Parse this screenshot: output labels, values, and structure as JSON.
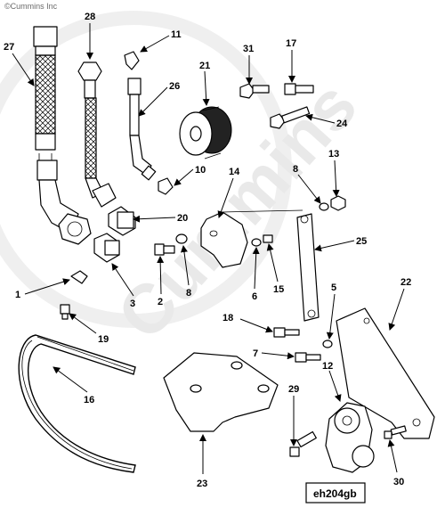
{
  "copyright": "©Cummins Inc",
  "watermark": "Cummins",
  "figure_code": "eh204gb",
  "callouts": {
    "c1": "1",
    "c2": "2",
    "c3": "3",
    "c5": "5",
    "c6": "6",
    "c7": "7",
    "c8a": "8",
    "c8b": "8",
    "c10": "10",
    "c11": "11",
    "c12": "12",
    "c13": "13",
    "c14": "14",
    "c15": "15",
    "c16": "16",
    "c17": "17",
    "c18": "18",
    "c19": "19",
    "c20": "20",
    "c21": "21",
    "c22": "22",
    "c23": "23",
    "c24": "24",
    "c25": "25",
    "c26": "26",
    "c27": "27",
    "c28": "28",
    "c29": "29",
    "c30": "30",
    "c31": "31"
  }
}
